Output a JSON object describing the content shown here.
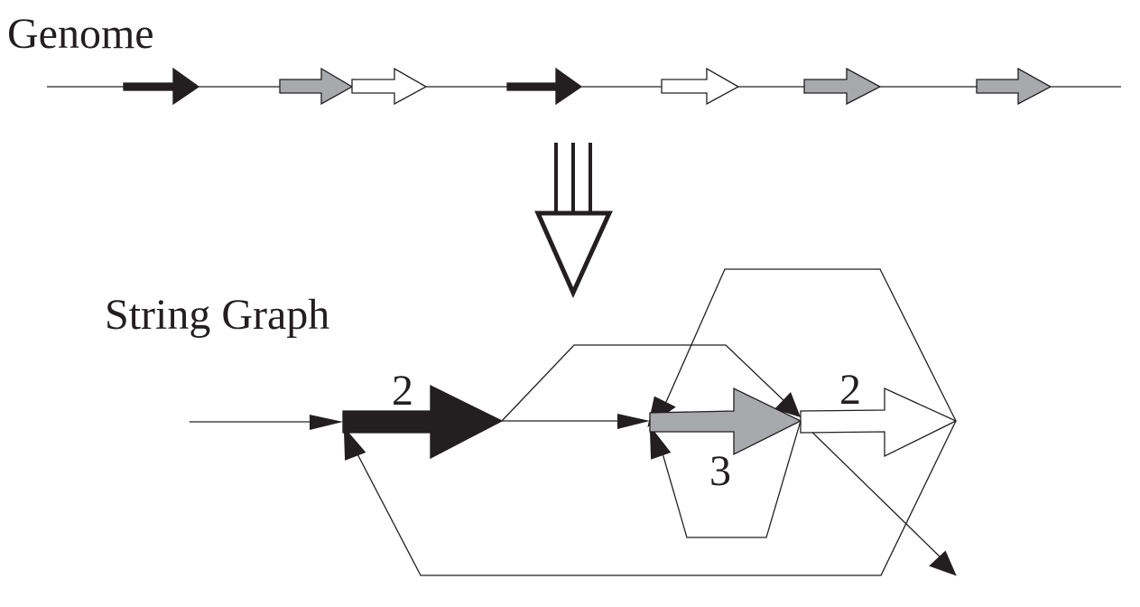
{
  "genome": {
    "title": "Genome",
    "repeats": [
      {
        "color": "black"
      },
      {
        "color": "gray"
      },
      {
        "color": "white"
      },
      {
        "color": "black"
      },
      {
        "color": "white"
      },
      {
        "color": "gray"
      },
      {
        "color": "gray"
      }
    ]
  },
  "string_graph": {
    "title": "String Graph",
    "nodes": [
      {
        "color": "black",
        "multiplicity": "2"
      },
      {
        "color": "gray",
        "multiplicity": "3"
      },
      {
        "color": "white",
        "multiplicity": "2"
      }
    ]
  },
  "colors": {
    "black": "#231f20",
    "gray": "#a7a9ac",
    "white": "#ffffff",
    "stroke": "#231f20"
  }
}
